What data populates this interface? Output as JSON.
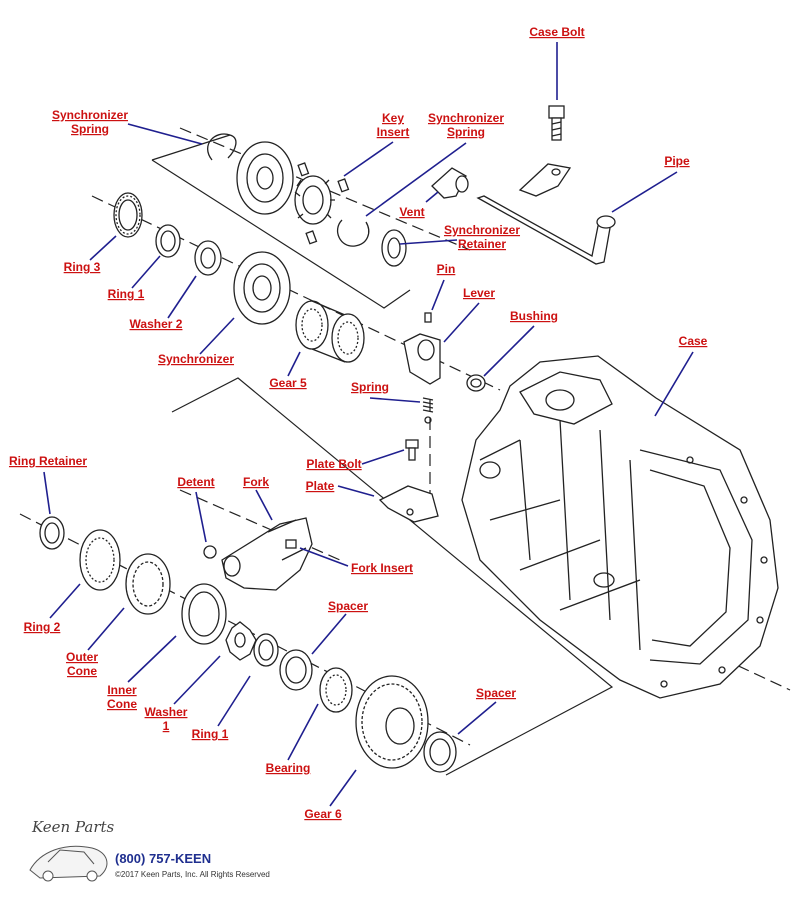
{
  "labels": {
    "case_bolt": "Case Bolt",
    "synchronizer_spring_top_left_1": "Synchronizer",
    "synchronizer_spring_top_left_2": "Spring",
    "key_insert_1": "Key",
    "key_insert_2": "Insert",
    "synchronizer_spring_top_right_1": "Synchronizer",
    "synchronizer_spring_top_right_2": "Spring",
    "pipe": "Pipe",
    "vent": "Vent",
    "synchronizer_retainer_1": "Synchronizer",
    "synchronizer_retainer_2": "Retainer",
    "ring_3": "Ring 3",
    "ring_1_top": "Ring 1",
    "washer_2": "Washer 2",
    "synchronizer": "Synchronizer",
    "gear_5": "Gear 5",
    "pin": "Pin",
    "lever": "Lever",
    "bushing": "Bushing",
    "case": "Case",
    "spring": "Spring",
    "plate_bolt": "Plate Bolt",
    "plate": "Plate",
    "ring_retainer": "Ring Retainer",
    "detent": "Detent",
    "fork": "Fork",
    "fork_insert": "Fork Insert",
    "ring_2": "Ring 2",
    "outer_cone_1": "Outer",
    "outer_cone_2": "Cone",
    "inner_cone_1": "Inner",
    "inner_cone_2": "Cone",
    "washer_1_1": "Washer",
    "washer_1_2": "1",
    "ring_1_bottom": "Ring 1",
    "spacer_top": "Spacer",
    "spacer_bottom": "Spacer",
    "bearing": "Bearing",
    "gear_6": "Gear 6"
  },
  "footer": {
    "logo": "Keen Parts",
    "phone": "(800) 757-KEEN",
    "copyright": "©2017 Keen Parts, Inc. All Rights Reserved"
  },
  "colors": {
    "label": "#cc1111",
    "leader": "#1f1f8f",
    "line_art": "#222222"
  }
}
